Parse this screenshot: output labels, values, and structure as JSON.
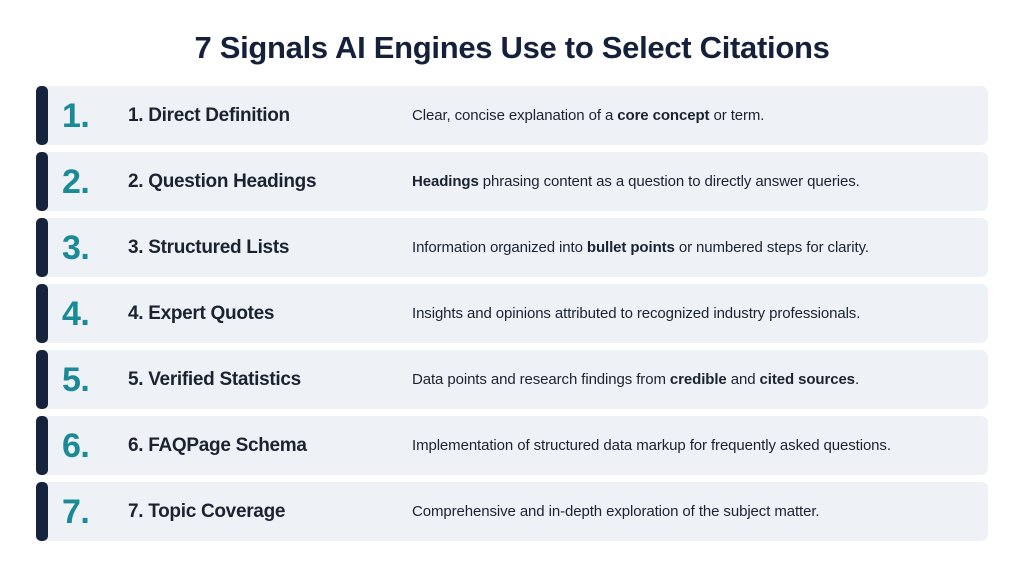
{
  "title": "7 Signals AI Engines Use to Select Citations",
  "colors": {
    "accent_bar": "#16233c",
    "number": "#1a8a96",
    "card_background": "#eef1f6",
    "title_text": "#15203a",
    "body_text": "#1b2331",
    "page_background": "#ffffff"
  },
  "rows": [
    {
      "number": "1.",
      "heading": "1. Direct Definition",
      "description_parts": [
        {
          "text": "Clear, concise explanation of a ",
          "bold": false
        },
        {
          "text": "core concept",
          "bold": true
        },
        {
          "text": " or term.",
          "bold": false
        }
      ]
    },
    {
      "number": "2.",
      "heading": "2. Question Headings",
      "description_parts": [
        {
          "text": "Headings",
          "bold": true
        },
        {
          "text": " phrasing content as a question to directly answer queries.",
          "bold": false
        }
      ]
    },
    {
      "number": "3.",
      "heading": "3. Structured Lists",
      "description_parts": [
        {
          "text": "Information organized into ",
          "bold": false
        },
        {
          "text": "bullet points",
          "bold": true
        },
        {
          "text": " or numbered steps for clarity.",
          "bold": false
        }
      ]
    },
    {
      "number": "4.",
      "heading": "4. Expert Quotes",
      "description_parts": [
        {
          "text": "Insights and opinions attributed to recognized industry professionals.",
          "bold": false
        }
      ]
    },
    {
      "number": "5.",
      "heading": "5. Verified Statistics",
      "description_parts": [
        {
          "text": "Data points and research findings from ",
          "bold": false
        },
        {
          "text": "credible",
          "bold": true
        },
        {
          "text": " and ",
          "bold": false
        },
        {
          "text": "cited sources",
          "bold": true
        },
        {
          "text": ".",
          "bold": false
        }
      ]
    },
    {
      "number": "6.",
      "heading": "6. FAQPage Schema",
      "description_parts": [
        {
          "text": "Implementation of structured data markup for frequently asked questions.",
          "bold": false
        }
      ]
    },
    {
      "number": "7.",
      "heading": "7. Topic Coverage",
      "description_parts": [
        {
          "text": "Comprehensive and in-depth exploration of the subject matter.",
          "bold": false
        }
      ]
    }
  ]
}
